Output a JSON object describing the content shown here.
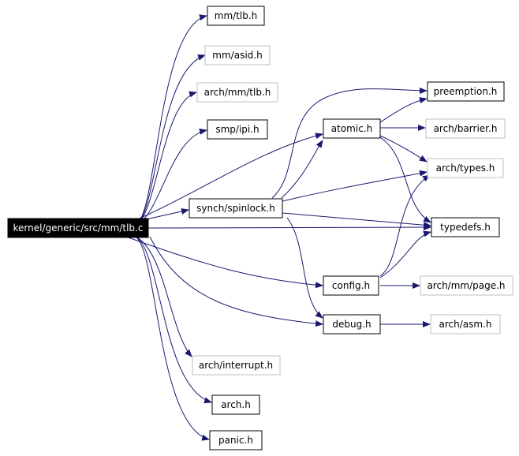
{
  "colors": {
    "edge": "#191970",
    "root_fill": "#000000",
    "root_text": "#ffffff",
    "node_border": "#000000",
    "external_border": "#bfbfbf",
    "node_fill": "#ffffff",
    "text": "#000000"
  },
  "nodes": {
    "root": "kernel/generic/src/mm/tlb.c",
    "mm_tlb": "mm/tlb.h",
    "mm_asid": "mm/asid.h",
    "arch_mm_tlb": "arch/mm/tlb.h",
    "smp_ipi": "smp/ipi.h",
    "synch_spinlock": "synch/spinlock.h",
    "atomic": "atomic.h",
    "preemption": "preemption.h",
    "arch_barrier": "arch/barrier.h",
    "arch_types": "arch/types.h",
    "typedefs": "typedefs.h",
    "config": "config.h",
    "arch_mm_page": "arch/mm/page.h",
    "debug": "debug.h",
    "arch_asm": "arch/asm.h",
    "arch_interrupt": "arch/interrupt.h",
    "arch": "arch.h",
    "panic": "panic.h"
  }
}
